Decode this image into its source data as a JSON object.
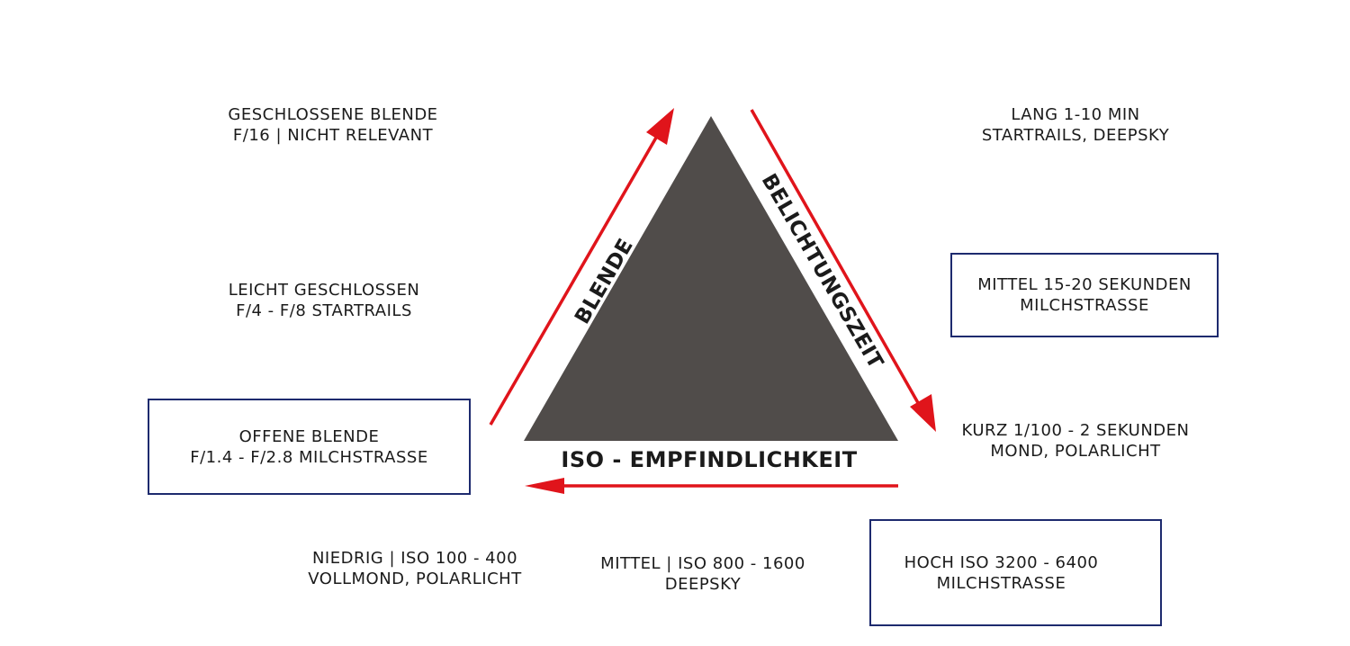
{
  "colors": {
    "triangle": "#504c4a",
    "arrow": "#e0141b",
    "box_border": "#1d2a6e",
    "text": "#1b1b1b",
    "background": "#ffffff"
  },
  "triangle_labels": {
    "aperture": "BLENDE",
    "shutter": "BELICHTUNGSZEIT",
    "iso": "ISO - EMPFINDLICHKEIT"
  },
  "aperture": {
    "closed": {
      "line1": "GESCHLOSSENE BLENDE",
      "line2": "F/16 | NICHT RELEVANT"
    },
    "slightly_closed": {
      "line1": "LEICHT GESCHLOSSEN",
      "line2": "F/4 - F/8 STARTRAILS"
    },
    "open": {
      "line1": "OFFENE BLENDE",
      "line2": "F/1.4 - F/2.8 MILCHSTRASSE",
      "highlighted": true
    }
  },
  "shutter": {
    "long": {
      "line1": "LANG 1-10 MIN",
      "line2": "STARTRAILS, DEEPSKY"
    },
    "medium": {
      "line1": "MITTEL 15-20 SEKUNDEN",
      "line2": "MILCHSTRASSE",
      "highlighted": true
    },
    "short": {
      "line1": "KURZ 1/100 - 2 SEKUNDEN",
      "line2": "MOND, POLARLICHT"
    }
  },
  "iso": {
    "low": {
      "line1": "NIEDRIG | ISO 100 - 400",
      "line2": "VOLLMOND, POLARLICHT"
    },
    "medium": {
      "line1": "MITTEL | ISO 800 - 1600",
      "line2": "DEEPSKY"
    },
    "high": {
      "line1": "HOCH ISO 3200 - 6400",
      "line2": "MILCHSTRASSE",
      "highlighted": true
    }
  }
}
